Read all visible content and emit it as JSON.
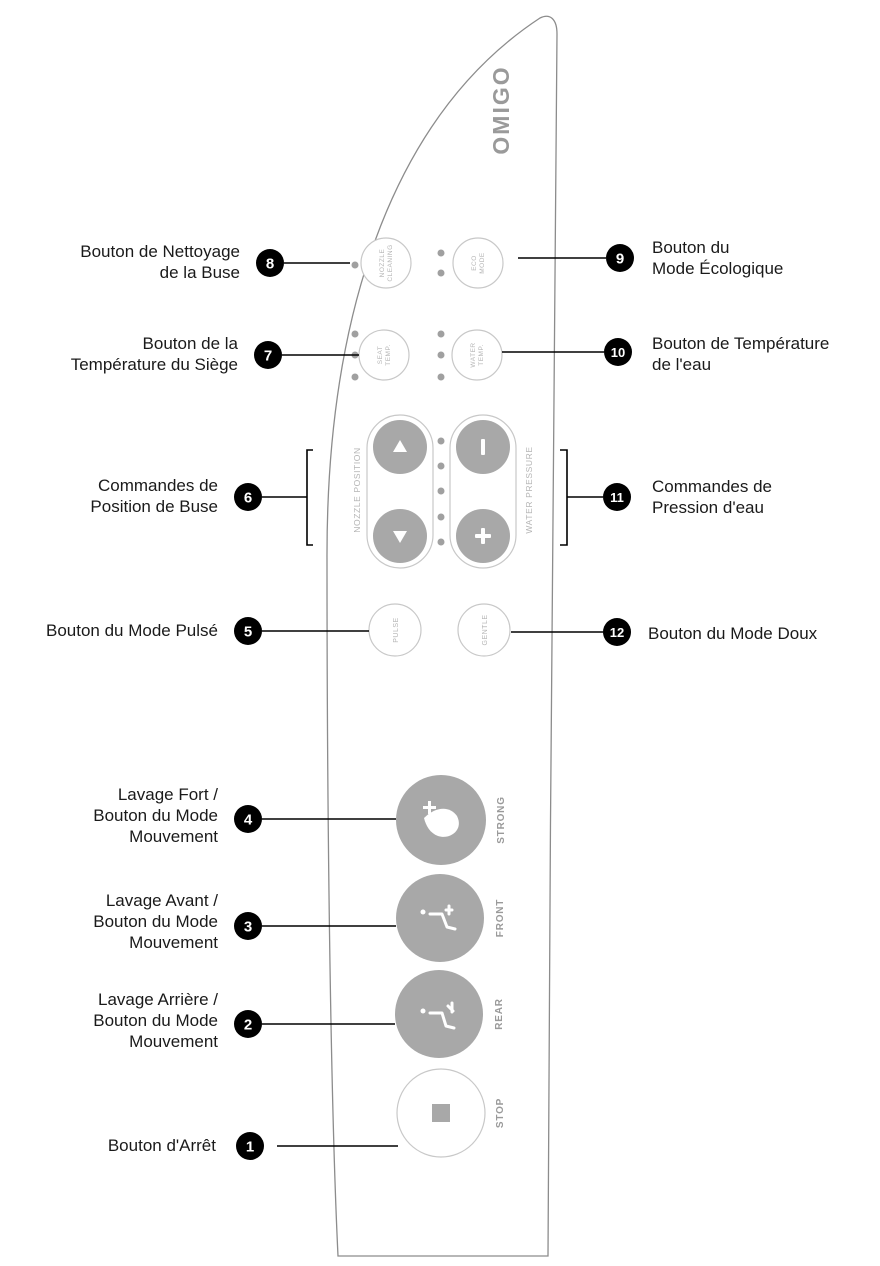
{
  "brand": {
    "logo_text": "OMIGO"
  },
  "colors": {
    "panel_outline": "#8c8c8c",
    "button_outline": "#c8c8c8",
    "button_fill_dark": "#a8a8a8",
    "button_text_light": "#b5b5b5",
    "button_text_dark": "#9a9a9a",
    "indicator_dot": "#a0a0a0",
    "callout_fill": "#000000",
    "callout_text": "#ffffff",
    "leader_line": "#000000"
  },
  "buttons": {
    "nozzle_cleaning": [
      "NOZZLE",
      "CLEANING"
    ],
    "eco_mode": [
      "ECO",
      "MODE"
    ],
    "seat_temp": [
      "SEAT",
      "TEMP."
    ],
    "water_temp": [
      "WATER",
      "TEMP."
    ],
    "nozzle_position": "NOZZLE POSITION",
    "water_pressure": "WATER PRESSURE",
    "pulse": "PULSE",
    "gentle": "GENTLE",
    "strong": "STRONG",
    "front": "FRONT",
    "rear": "REAR",
    "stop": "STOP"
  },
  "callouts": [
    {
      "num": "1",
      "label": "Bouton d'Arrêt"
    },
    {
      "num": "2",
      "label": "Lavage Arrière /\nBouton du Mode\nMouvement"
    },
    {
      "num": "3",
      "label": "Lavage Avant /\nBouton du Mode\nMouvement"
    },
    {
      "num": "4",
      "label": "Lavage Fort /\nBouton du Mode\nMouvement"
    },
    {
      "num": "5",
      "label": "Bouton du Mode Pulsé"
    },
    {
      "num": "6",
      "label": "Commandes de\nPosition de Buse"
    },
    {
      "num": "7",
      "label": "Bouton de la\nTempérature du Siège"
    },
    {
      "num": "8",
      "label": "Bouton de Nettoyage\nde la Buse"
    },
    {
      "num": "9",
      "label": "Bouton du\nMode Écologique"
    },
    {
      "num": "10",
      "label": "Bouton de Température\nde l'eau"
    },
    {
      "num": "11",
      "label": "Commandes de\nPression d'eau"
    },
    {
      "num": "12",
      "label": "Bouton du Mode Doux"
    }
  ]
}
